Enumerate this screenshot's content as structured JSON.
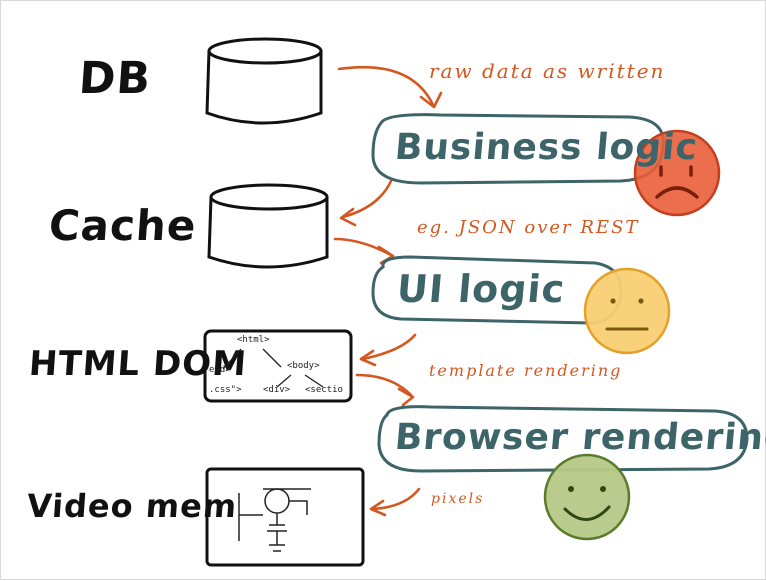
{
  "layers": {
    "db": "DB",
    "cache": "Cache",
    "html_dom": "HTML DOM",
    "video_mem": "Video mem"
  },
  "stages": {
    "business_logic": "Business logic",
    "ui_logic": "UI logic",
    "browser_rendering": "Browser rendering"
  },
  "notes": {
    "raw_data": "raw data as written",
    "json_over_rest": "eg. JSON over REST",
    "template_rendering": "template rendering",
    "pixels": "pixels"
  },
  "dom_snippet": {
    "html_tag": "<html>",
    "head_tag": "ead>",
    "body_tag": "<body>",
    "css_tag": ".css\">",
    "div_tag": "<div>",
    "section_tag": "<sectio"
  },
  "faces": {
    "business_logic": "sad-face-icon",
    "ui_logic": "neutral-face-icon",
    "browser_rendering": "happy-face-icon"
  },
  "colors": {
    "annotation": "#d4571f",
    "stage_outline": "#3d6468",
    "sad_face": "#e0502a",
    "neutral_face": "#f2b33a",
    "happy_face": "#6b8a3a"
  }
}
